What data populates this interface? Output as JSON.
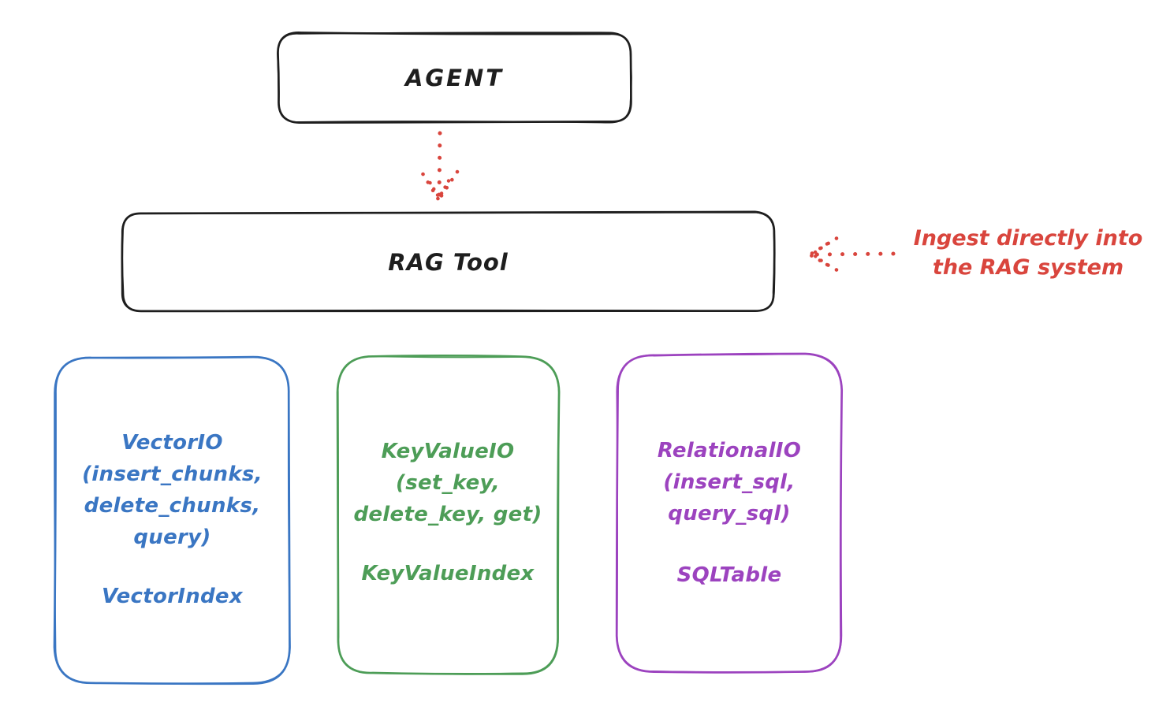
{
  "diagram": {
    "agent_box": {
      "label": "AGENT"
    },
    "rag_tool_box": {
      "label": "RAG Tool"
    },
    "annotation": {
      "line1": "Ingest directly into",
      "line2": "the RAG system"
    },
    "arrows": [
      {
        "name": "agent-to-rag-tool",
        "style": "dotted",
        "direction": "down"
      },
      {
        "name": "ingest-into-rag-tool",
        "style": "dotted",
        "direction": "left"
      }
    ],
    "columns": [
      {
        "lines": [
          "VectorIO",
          "(insert_chunks,",
          "delete_chunks,",
          "query)"
        ],
        "index_label": "VectorIndex",
        "color": "#3a76c3"
      },
      {
        "lines": [
          "KeyValueIO",
          "(set_key,",
          "delete_key, get)"
        ],
        "index_label": "KeyValueIndex",
        "color": "#4d9d57"
      },
      {
        "lines": [
          "RelationalIO",
          "(insert_sql,",
          "query_sql)"
        ],
        "index_label": "SQLTable",
        "color": "#9c43bf"
      }
    ],
    "colors": {
      "ink": "#1e1e1e",
      "red": "#d9453d",
      "blue": "#3a76c3",
      "green": "#4d9d57",
      "purple": "#9c43bf",
      "background": "#ffffff"
    }
  }
}
